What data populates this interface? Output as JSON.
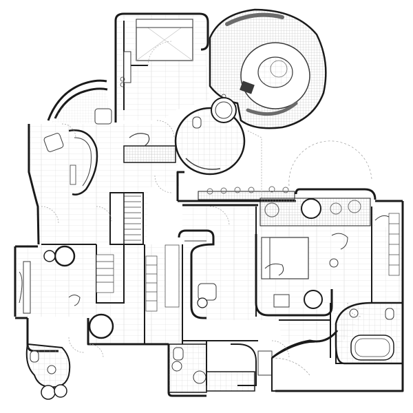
{
  "drawing": {
    "type": "architectural-floor-plan",
    "text_labels": [],
    "colors": {
      "wall": "#1a1a1a",
      "line": "#3a3a3a",
      "hatch": "#9a9a9a",
      "planting": "#6b6b6b",
      "background": "#ffffff"
    },
    "features": [
      "outer-walls",
      "master-bedroom",
      "circular-garden-courtyard",
      "round-pool-room",
      "spiral-staircase",
      "straight-staircase",
      "corridor-planters",
      "living-room-lounge",
      "bathroom-with-bathtub",
      "small-bathrooms",
      "doors-and-swing-arcs",
      "furniture"
    ]
  }
}
